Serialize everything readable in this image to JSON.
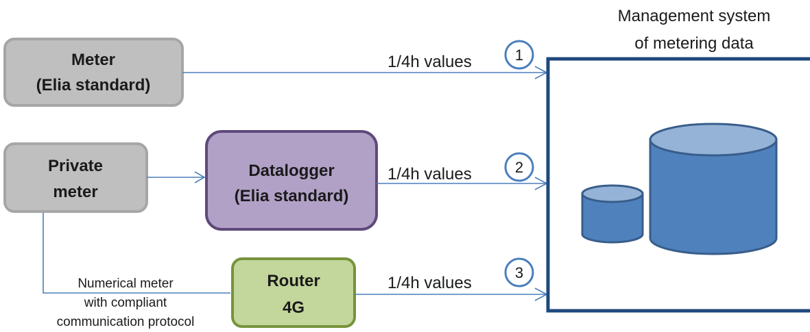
{
  "colors": {
    "grey_fill": "#bfbfbf",
    "grey_stroke": "#a6a6a6",
    "purple_fill": "#b2a1c7",
    "purple_stroke": "#5f497a",
    "green_fill": "#c3d69b",
    "green_stroke": "#77933c",
    "connector": "#4a7ebb",
    "db_fill": "#4f81bd",
    "db_top": "#95b3d7",
    "db_stroke": "#385d8a",
    "system_border": "#1f497d",
    "circle_stroke": "#4a7ebb"
  },
  "nodes": {
    "meter": {
      "line1": "Meter",
      "line2": "(Elia standard)"
    },
    "private_meter": {
      "line1": "Private",
      "line2": "meter"
    },
    "datalogger": {
      "line1": "Datalogger",
      "line2": "(Elia standard)"
    },
    "router": {
      "line1": "Router",
      "line2": "4G"
    }
  },
  "edges": {
    "edge1": {
      "label": "1/4h values",
      "number": "1"
    },
    "edge2": {
      "label": "1/4h values",
      "number": "2"
    },
    "edge3": {
      "label": "1/4h values",
      "number": "3"
    }
  },
  "note": {
    "line1": "Numerical meter",
    "line2": "with compliant",
    "line3": "communication protocol"
  },
  "system": {
    "title_line1": "Management system",
    "title_line2": "of metering data",
    "icon": "database-icon"
  }
}
